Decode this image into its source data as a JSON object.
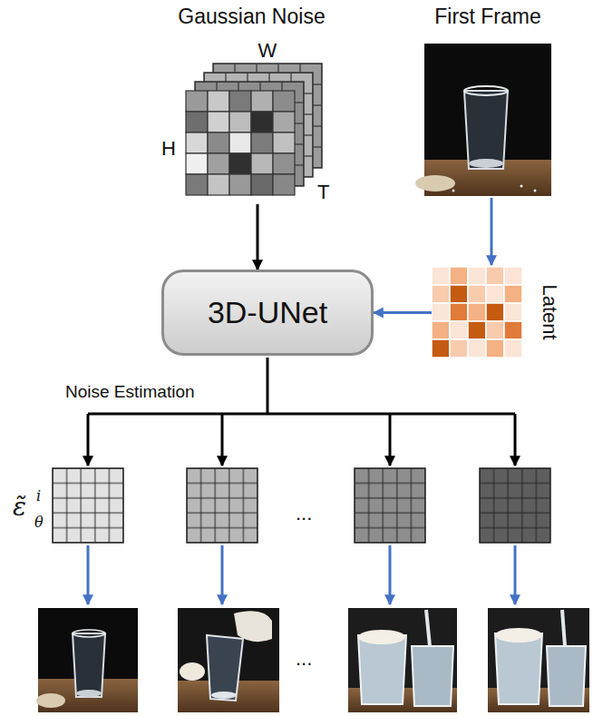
{
  "diagram": {
    "nodes": [
      {
        "text": [
          "Gaussian Noise",
          "W",
          "H",
          "T"
        ]
      },
      {
        "text": [
          "First Frame"
        ]
      },
      {
        "text": [
          "Latent"
        ]
      },
      {
        "text": [
          "3D-UNet"
        ]
      }
    ],
    "edges": [
      {
        "from": 0,
        "to": 3,
        "arrow": "to"
      },
      {
        "from": 1,
        "to": 2,
        "arrow": "to"
      },
      {
        "from": 2,
        "to": 3,
        "arrow": "to"
      }
    ],
    "labels": [
      "Noise Estimation",
      "ε̃",
      "i",
      "θ",
      "...",
      "..."
    ]
  }
}
